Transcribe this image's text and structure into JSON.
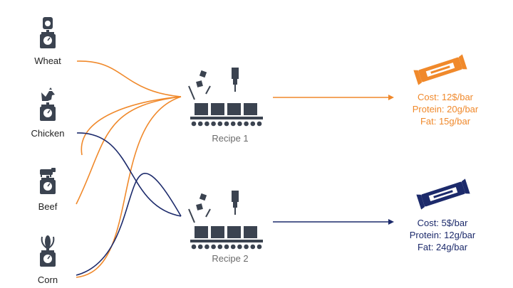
{
  "colors": {
    "orange": "#f0892b",
    "navy": "#1c2a6b",
    "icon": "#3b4350",
    "stats_orange": "#f0892b",
    "stats_navy": "#1c2a6b"
  },
  "ingredients": [
    {
      "label": "Wheat",
      "icon": "scale-wheat-icon"
    },
    {
      "label": "Chicken",
      "icon": "scale-chicken-icon"
    },
    {
      "label": "Beef",
      "icon": "scale-beef-icon"
    },
    {
      "label": "Corn",
      "icon": "scale-corn-icon"
    }
  ],
  "recipes": [
    {
      "label": "Recipe 1",
      "icon": "assembly-line-icon"
    },
    {
      "label": "Recipe 2",
      "icon": "assembly-line-icon"
    }
  ],
  "products": [
    {
      "icon": "orange-bar-icon",
      "cost": "Cost: 12$/bar",
      "protein": "Protein: 20g/bar",
      "fat": "Fat: 15g/bar"
    },
    {
      "icon": "blue-bar-icon",
      "cost": "Cost: 5$/bar",
      "protein": "Protein: 12g/bar",
      "fat": "Fat: 24g/bar"
    }
  ]
}
